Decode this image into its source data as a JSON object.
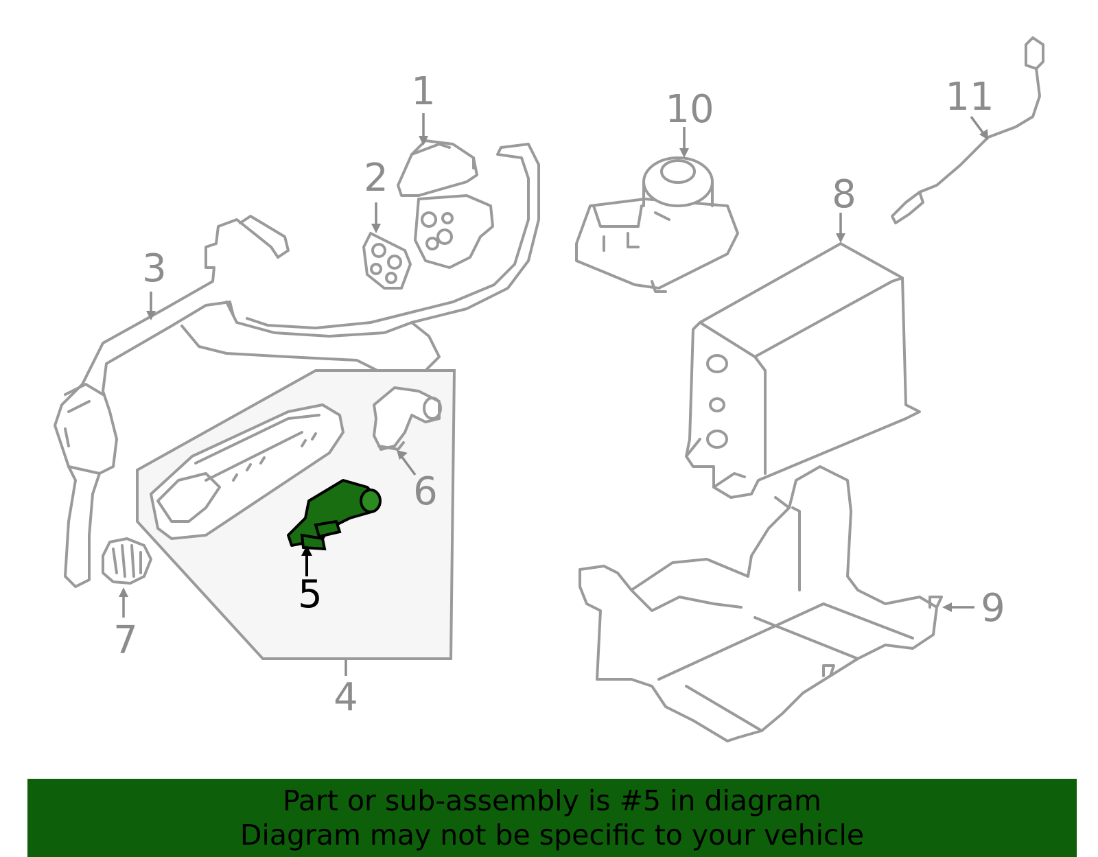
{
  "diagram": {
    "highlight_color": "#1a6e12",
    "line_color": "#9a9a9a",
    "callouts": [
      {
        "id": "1",
        "label": "1"
      },
      {
        "id": "2",
        "label": "2"
      },
      {
        "id": "3",
        "label": "3"
      },
      {
        "id": "4",
        "label": "4"
      },
      {
        "id": "5",
        "label": "5",
        "highlighted": true
      },
      {
        "id": "6",
        "label": "6"
      },
      {
        "id": "7",
        "label": "7"
      },
      {
        "id": "8",
        "label": "8"
      },
      {
        "id": "9",
        "label": "9"
      },
      {
        "id": "10",
        "label": "10"
      },
      {
        "id": "11",
        "label": "11"
      }
    ]
  },
  "banner": {
    "line1": "Part or sub-assembly is #5 in diagram",
    "line2": "Diagram may not be specific to your vehicle",
    "background": "#0e5f0a"
  }
}
